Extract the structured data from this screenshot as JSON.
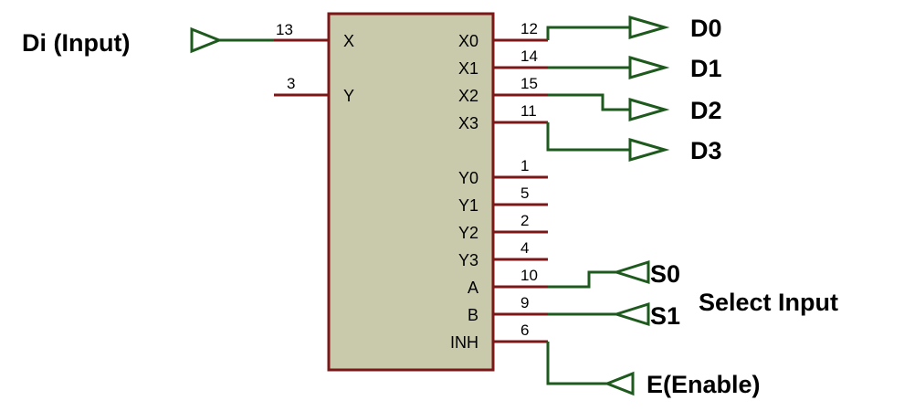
{
  "colors": {
    "chip_fill": "#c9c9ab",
    "chip_border": "#7b1717",
    "pin_wire": "#7b1717",
    "net_wire": "#1e5a1e",
    "text": "#000000"
  },
  "chip": {
    "left_pins": [
      {
        "label": "X",
        "number": "13"
      },
      {
        "label": "Y",
        "number": "3"
      }
    ],
    "right_pins": [
      {
        "label": "X0",
        "number": "12"
      },
      {
        "label": "X1",
        "number": "14"
      },
      {
        "label": "X2",
        "number": "15"
      },
      {
        "label": "X3",
        "number": "11"
      },
      {
        "label": "Y0",
        "number": "1"
      },
      {
        "label": "Y1",
        "number": "5"
      },
      {
        "label": "Y2",
        "number": "2"
      },
      {
        "label": "Y3",
        "number": "4"
      },
      {
        "label": "A",
        "number": "10"
      },
      {
        "label": "B",
        "number": "9"
      },
      {
        "label": "INH",
        "number": "6"
      }
    ]
  },
  "terminals": {
    "di": "Di (Input)",
    "d0": "D0",
    "d1": "D1",
    "d2": "D2",
    "d3": "D3",
    "s0": "S0",
    "s1": "S1",
    "select_input": "Select Input",
    "enable": "E(Enable)"
  },
  "icons": {
    "input_terminal": "triangle-right-outline-icon",
    "output_terminal": "triangle-right-outline-icon",
    "select_terminal": "triangle-left-outline-icon"
  }
}
